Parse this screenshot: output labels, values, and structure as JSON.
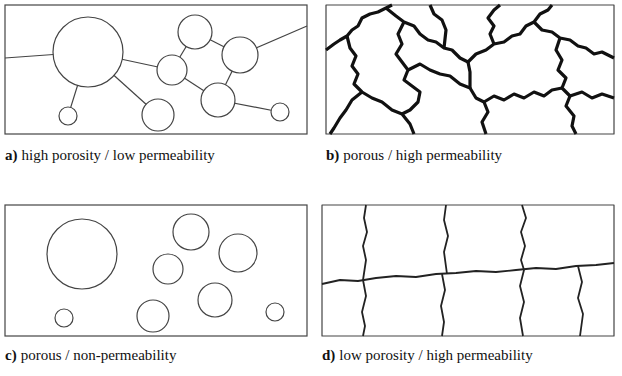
{
  "diagram": {
    "labels": [
      "a)",
      "high porosity / low permeability",
      "b)",
      "porous / high permeability",
      "c)",
      "porous / non-permeability",
      "d)",
      "low porosity / high permeability"
    ]
  }
}
